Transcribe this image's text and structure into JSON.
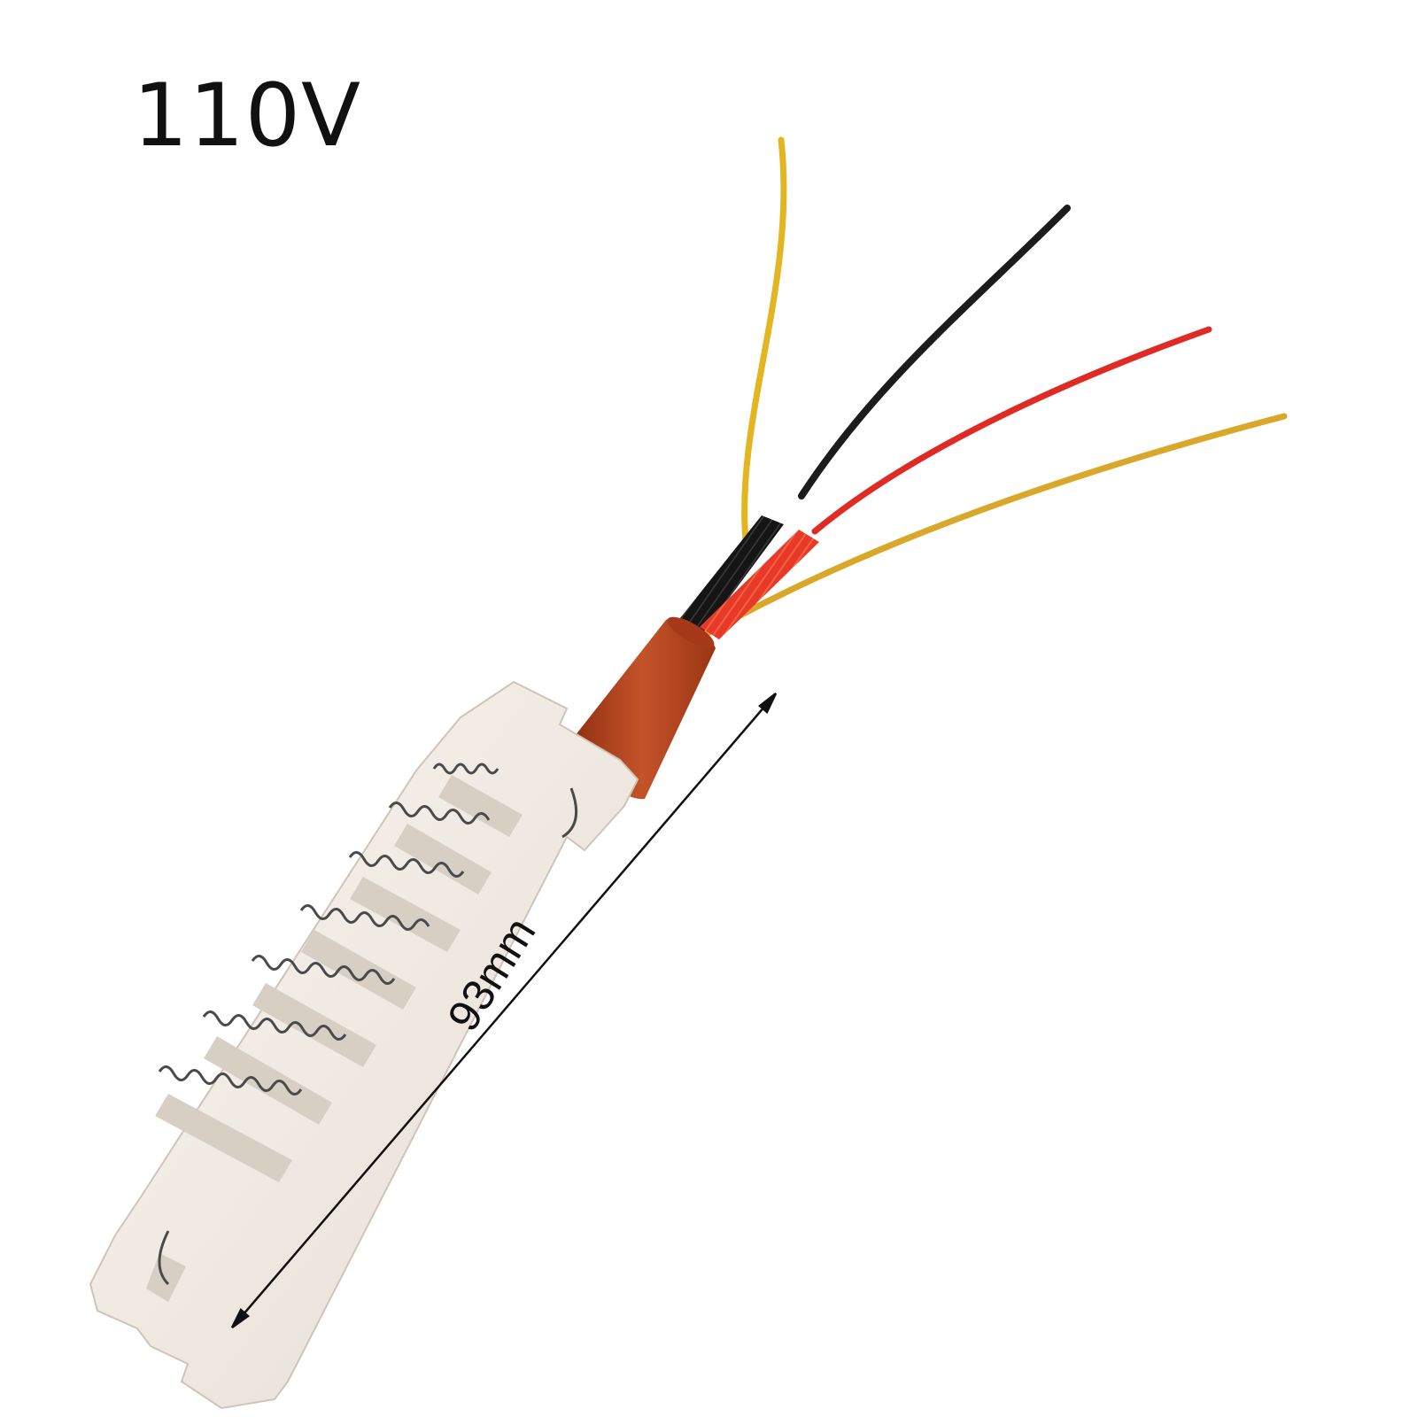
{
  "product": {
    "voltage_label": "110V",
    "length_label": "93mm"
  },
  "colors": {
    "background": "#ffffff",
    "ceramic": "#f3ede6",
    "coil": "#4a4a4a",
    "sleeve": "#b4421a",
    "wire_yellow": "#e2b521",
    "wire_black": "#1c1c1c",
    "wire_red": "#e02a24"
  },
  "wires": [
    {
      "name": "yellow",
      "color": "#e2b521"
    },
    {
      "name": "black",
      "color": "#1c1c1c"
    },
    {
      "name": "red",
      "color": "#e02a24"
    },
    {
      "name": "yellow",
      "color": "#d9a72a"
    }
  ]
}
